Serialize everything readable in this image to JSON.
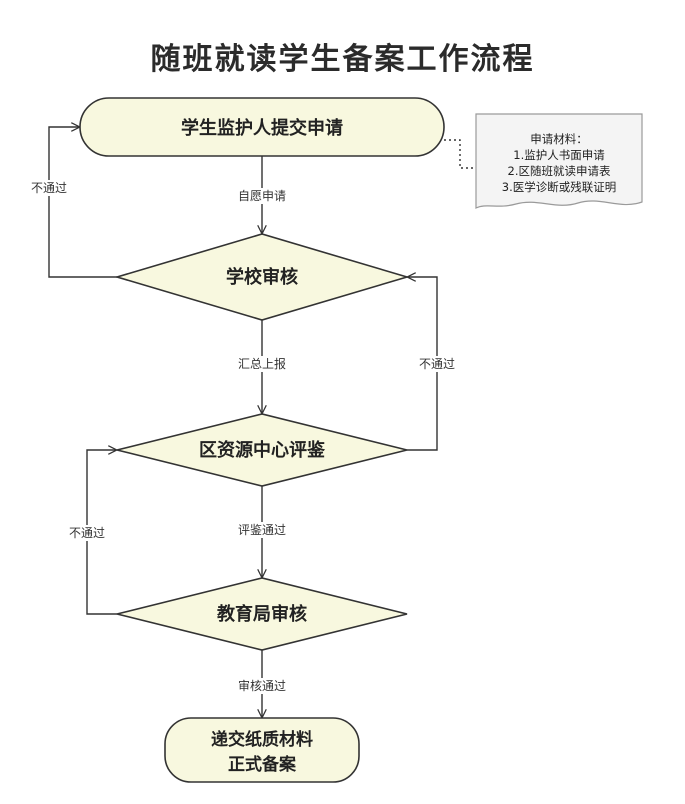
{
  "title": "随班就读学生备案工作流程",
  "nodes": {
    "start": "学生监护人提交申请",
    "school_review": "学校审核",
    "center_review": "区资源中心评鉴",
    "bureau_review": "教育局审核",
    "end_line1": "递交纸质材料",
    "end_line2": "正式备案"
  },
  "edges": {
    "voluntary_apply": "自愿申请",
    "summary_report": "汇总上报",
    "review_pass": "评鉴通过",
    "approve_pass": "审核通过",
    "reject_school": "不通过",
    "reject_center": "不通过",
    "reject_bureau": "不通过"
  },
  "note": {
    "header": "申请材料：",
    "items": [
      "1.监护人书面申请",
      "2.区随班就读申请表",
      "3.医学诊断或残联证明"
    ]
  },
  "colors": {
    "node_fill": "#f8f8df",
    "stroke": "#333333",
    "note_fill": "#f4f4f4"
  }
}
